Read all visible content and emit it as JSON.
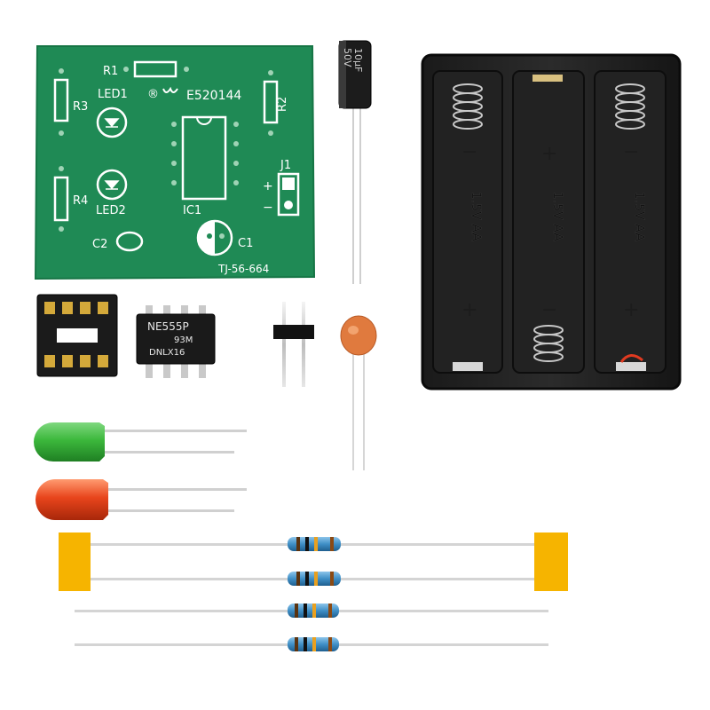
{
  "pcb": {
    "labels": {
      "r1": "R1",
      "r2": "R2",
      "r3": "R3",
      "r4": "R4",
      "led1": "LED1",
      "led2": "LED2",
      "ic1": "IC1",
      "c1": "C1",
      "c2": "C2",
      "j1": "J1",
      "plus": "+",
      "minus": "−",
      "cert": "E520144",
      "reg": "®",
      "model": "TJ-56-664"
    }
  },
  "capacitor": {
    "line1": "10μF",
    "line2": "50V"
  },
  "ic": {
    "line1": "NE555P",
    "line2": "93M",
    "line3": "DNLX16"
  },
  "battery_holder": {
    "cell_label": "1.5V AA",
    "plus": "+",
    "minus": "−"
  },
  "colors": {
    "pcb_green": "#1f8a55",
    "led_green": "#3cb83c",
    "led_red": "#e8451c",
    "resistor_body": "#3f8fc6",
    "tape": "#f6b400"
  }
}
